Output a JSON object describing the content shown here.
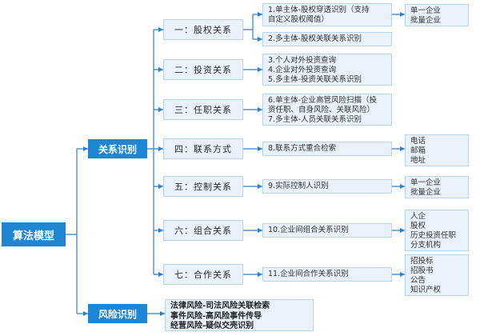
{
  "root": {
    "label": "算法模型"
  },
  "branches": {
    "relation": {
      "label": "关系识别"
    },
    "risk": {
      "label": "风险识别",
      "items": [
        "法律风险-司法风险关联检索",
        "事件风险-高风险事件传导",
        "经营风险-疑似交壳识别"
      ]
    }
  },
  "categories": [
    {
      "label": "一：股权关系",
      "details": [
        [
          "1.单主体-股权穿透识别（支持",
          "自定义股权阈值）"
        ],
        [
          "2.多主体-股权关联关系识别"
        ]
      ],
      "results": [
        "单一企业",
        "批量企业"
      ]
    },
    {
      "label": "二：投资关系",
      "details": [
        [
          "3.个人对外投资查询",
          "4.企业对外投资查询",
          "5.多主体-投资关联关系识别"
        ]
      ]
    },
    {
      "label": "三：任职关系",
      "details": [
        [
          "6.单主体-企业高管风险扫描（投",
          "资任职、自身风险、关联风险）",
          "7.多主体-人员关联关系识别"
        ]
      ]
    },
    {
      "label": "四：联系方式",
      "details": [
        [
          "8.联系方式重合检索"
        ]
      ],
      "results": [
        "电话",
        "邮箱",
        "地址"
      ]
    },
    {
      "label": "五：控制关系",
      "details": [
        [
          "9.实际控制人识别"
        ]
      ],
      "results": [
        "单一企业",
        "批量企业"
      ]
    },
    {
      "label": "六：组合关系",
      "details": [
        [
          "10.企业间组合关系识别"
        ]
      ],
      "results": [
        "人企",
        "股权",
        "历史投资任职",
        "分支机构"
      ]
    },
    {
      "label": "七：合作关系",
      "details": [
        [
          "11.企业间合作关系识别"
        ]
      ],
      "results": [
        "招投标",
        "招股书",
        "公告",
        "知识产权"
      ]
    }
  ],
  "colors": {
    "accent": "#1f86d4",
    "box_fill": "#e9f2fb",
    "box_border": "#b7d3ee",
    "line": "#2e7fc8"
  }
}
